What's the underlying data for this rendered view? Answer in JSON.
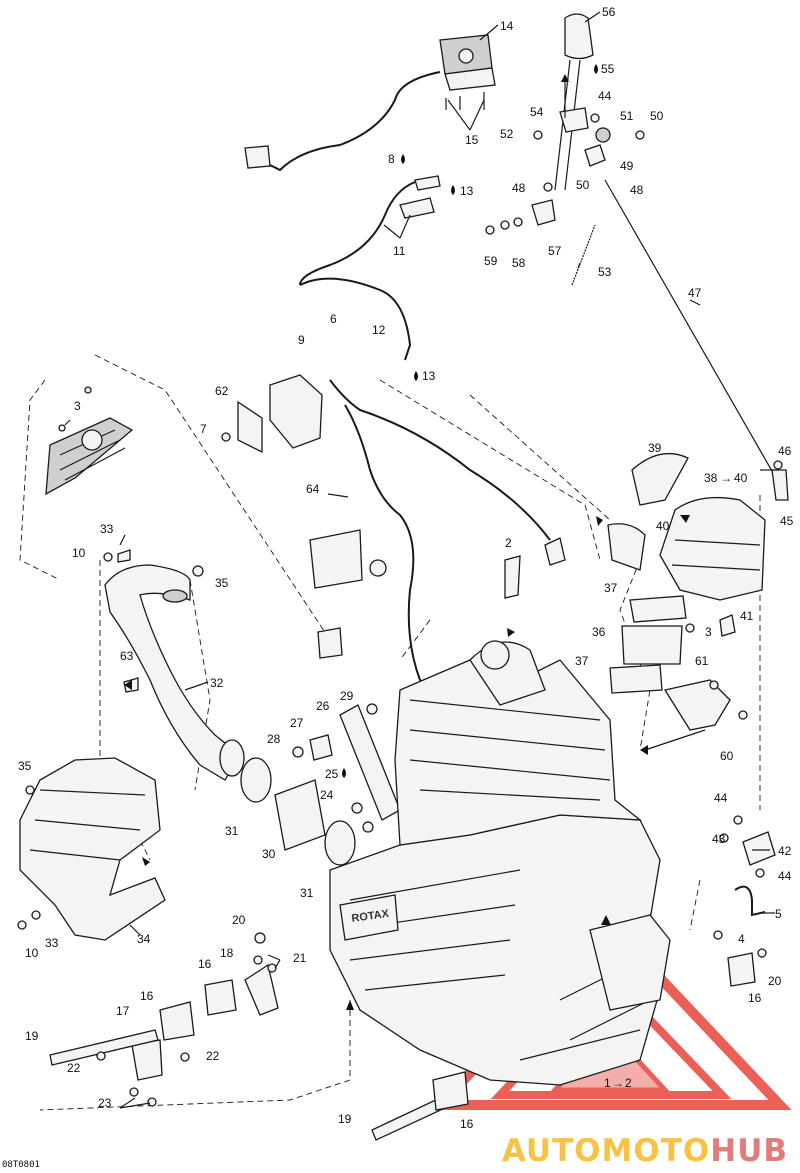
{
  "diagram": {
    "code": "08T0801",
    "brand": {
      "part1": "AUTOMOTO",
      "part2": "HUB",
      "color1": "#f6c343",
      "color2": "#e07c7c",
      "triangle_color": "#e8443a"
    },
    "engine_text": "ROTAX"
  },
  "labels": {
    "c1": "1",
    "c2": "2",
    "c3a": "3",
    "c3b": "3",
    "c4": "4",
    "c5": "5",
    "c6": "6",
    "c7": "7",
    "c8": "8",
    "c9": "9",
    "c10a": "10",
    "c10b": "10",
    "c11": "11",
    "c12": "12",
    "c13a": "13",
    "c13b": "13",
    "c14": "14",
    "c15": "15",
    "c16a": "16",
    "c16b": "16",
    "c16c": "16",
    "c16d": "16",
    "c17": "17",
    "c18": "18",
    "c19a": "19",
    "c19b": "19",
    "c20a": "20",
    "c20b": "20",
    "c21": "21",
    "c22a": "22",
    "c22b": "22",
    "c23": "23",
    "c24": "24",
    "c25": "25",
    "c26": "26",
    "c27": "27",
    "c28": "28",
    "c29": "29",
    "c30": "30",
    "c31a": "31",
    "c31b": "31",
    "c32": "32",
    "c33a": "33",
    "c33b": "33",
    "c34": "34",
    "c35a": "35",
    "c35b": "35",
    "c36": "36",
    "c37a": "37",
    "c37b": "37",
    "c38": "38",
    "c38to": "40",
    "c39": "39",
    "c40": "40",
    "c41": "41",
    "c42": "42",
    "c43": "43",
    "c44a": "44",
    "c44b": "44",
    "c44c": "44",
    "c45": "45",
    "c46": "46",
    "c47": "47",
    "c48a": "48",
    "c48b": "48",
    "c49": "49",
    "c50a": "50",
    "c50b": "50",
    "c51": "51",
    "c52": "52",
    "c53": "53",
    "c54": "54",
    "c55": "55",
    "c56": "56",
    "c57": "57",
    "c58": "58",
    "c59": "59",
    "c60": "60",
    "c61": "61",
    "c62": "62",
    "c63": "63",
    "c64": "64"
  }
}
